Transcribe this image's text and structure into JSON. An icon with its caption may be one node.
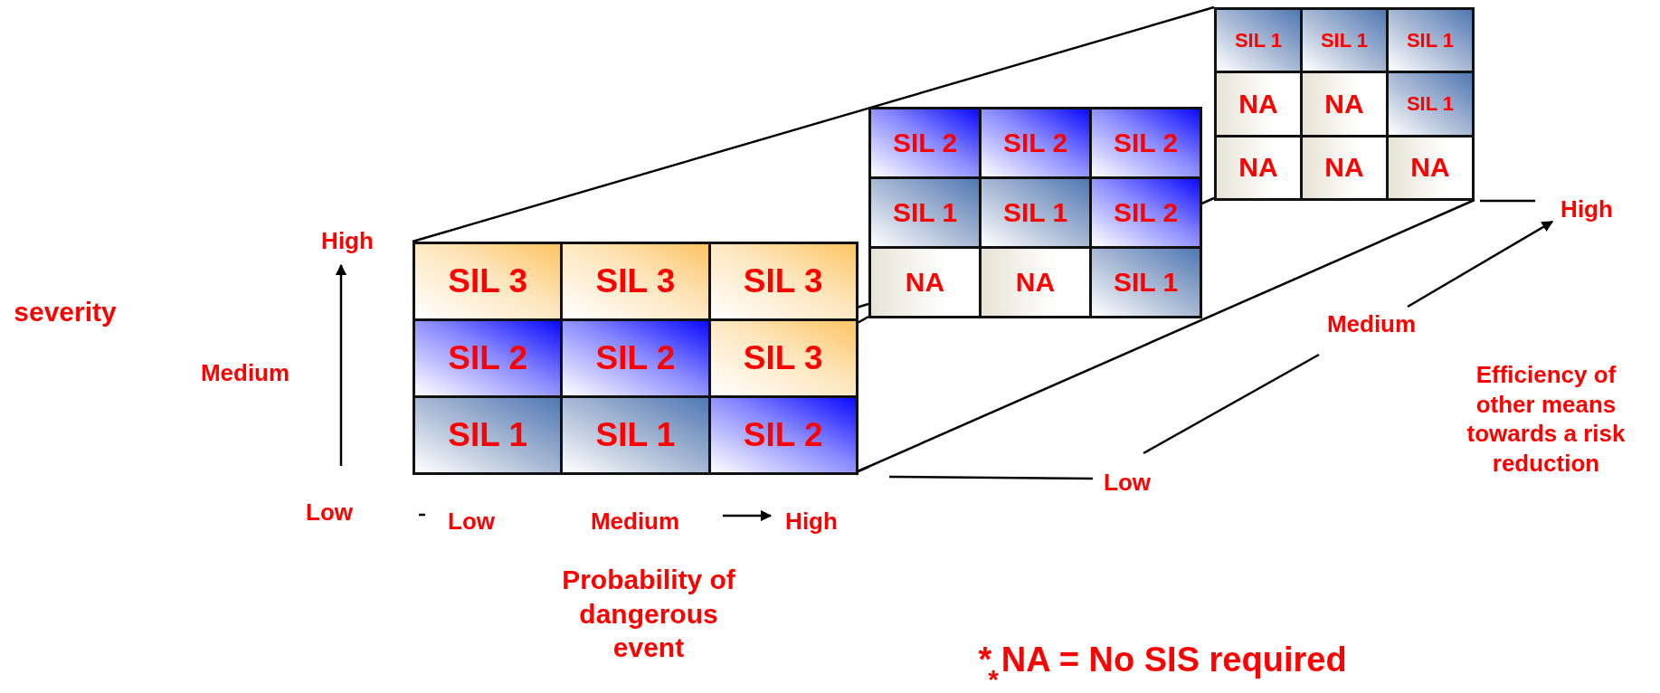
{
  "diagram": {
    "nodes": [
      {
        "text": [
          "SIL 3"
        ]
      },
      {
        "text": [
          "SIL 3"
        ]
      },
      {
        "text": [
          "SIL 3"
        ]
      },
      {
        "text": [
          "SIL 2"
        ]
      },
      {
        "text": [
          "SIL 2"
        ]
      },
      {
        "text": [
          "SIL 3"
        ]
      },
      {
        "text": [
          "SIL 1"
        ]
      },
      {
        "text": [
          "SIL 1"
        ]
      },
      {
        "text": [
          "SIL 2"
        ]
      },
      {
        "text": [
          "SIL 2"
        ]
      },
      {
        "text": [
          "SIL 2"
        ]
      },
      {
        "text": [
          "SIL 2"
        ]
      },
      {
        "text": [
          "SIL 1"
        ]
      },
      {
        "text": [
          "SIL 1"
        ]
      },
      {
        "text": [
          "SIL 2"
        ]
      },
      {
        "text": [
          "NA"
        ]
      },
      {
        "text": [
          "NA"
        ]
      },
      {
        "text": [
          "SIL 1"
        ]
      },
      {
        "text": [
          "SIL 1"
        ]
      },
      {
        "text": [
          "SIL 1"
        ]
      },
      {
        "text": [
          "SIL 1"
        ]
      },
      {
        "text": [
          "NA"
        ]
      },
      {
        "text": [
          "NA"
        ]
      },
      {
        "text": [
          "SIL 1"
        ]
      },
      {
        "text": [
          "NA"
        ]
      },
      {
        "text": [
          "NA"
        ]
      },
      {
        "text": [
          "NA"
        ]
      }
    ],
    "labels": [
      "High",
      "severity",
      "Medium",
      "Low",
      "Low",
      "Medium",
      "High",
      "Probability of dangerous event",
      "High",
      "Medium",
      "Efficiency of other means towards a risk reduction",
      "Low",
      "* NA = No SIS required",
      "*"
    ]
  }
}
